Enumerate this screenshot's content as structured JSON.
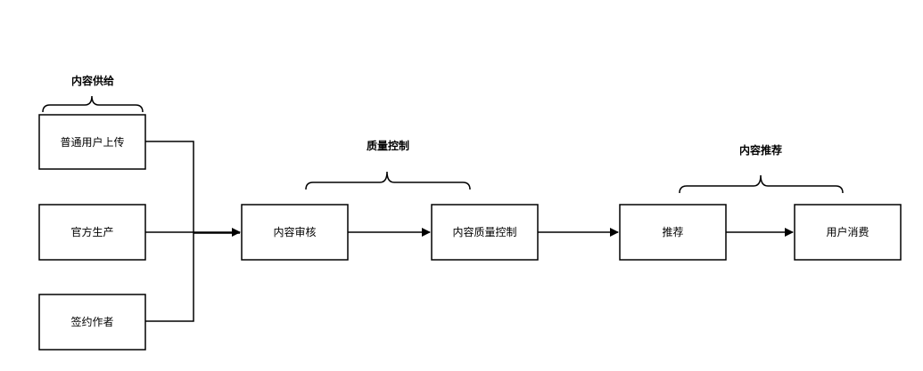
{
  "groups": {
    "supply": {
      "title": "内容供给"
    },
    "quality": {
      "title": "质量控制"
    },
    "recommend": {
      "title": "内容推荐"
    }
  },
  "nodes": {
    "ugc": {
      "label": "普通用户上传"
    },
    "official": {
      "label": "官方生产"
    },
    "contracted": {
      "label": "签约作者"
    },
    "review": {
      "label": "内容审核"
    },
    "quality_control": {
      "label": "内容质量控制"
    },
    "recommend": {
      "label": "推荐"
    },
    "consume": {
      "label": "用户消费"
    }
  },
  "colors": {
    "stroke": "#000000",
    "background": "#ffffff"
  }
}
